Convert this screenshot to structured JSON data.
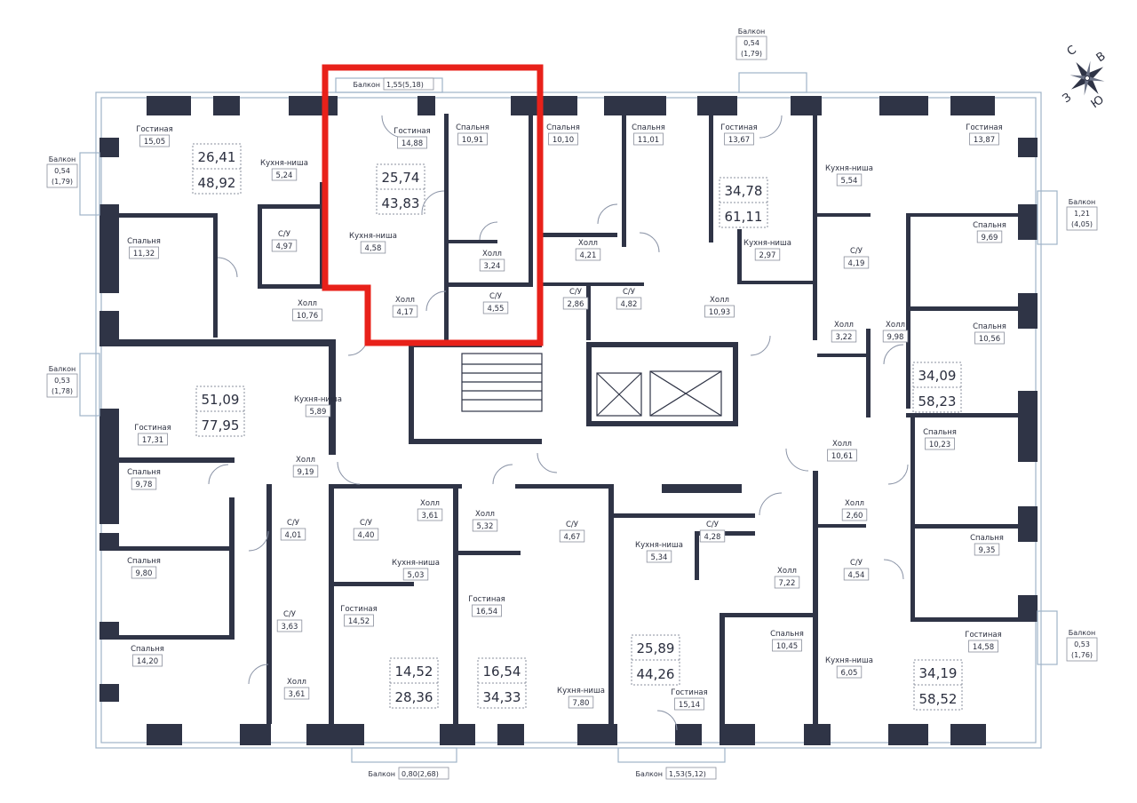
{
  "colors": {
    "wall": "#2f3446",
    "window": "#9fb3c8",
    "highlight": "#e8211a",
    "text": "#2b2f3f",
    "box": "#8a8f9c"
  },
  "compass": {
    "n": "С",
    "e": "В",
    "s": "Ю",
    "w": "З"
  },
  "apartments": [
    {
      "id": "a1",
      "living": "26,41",
      "total": "48,92"
    },
    {
      "id": "a2",
      "living": "25,74",
      "total": "43,83"
    },
    {
      "id": "a3",
      "living": "34,78",
      "total": "61,11"
    },
    {
      "id": "a4",
      "living": "34,09",
      "total": "58,23"
    },
    {
      "id": "a5",
      "living": "51,09",
      "total": "77,95"
    },
    {
      "id": "a6",
      "living": "14,52",
      "total": "28,36"
    },
    {
      "id": "a7",
      "living": "16,54",
      "total": "34,33"
    },
    {
      "id": "a8",
      "living": "25,89",
      "total": "44,26"
    },
    {
      "id": "a9",
      "living": "34,19",
      "total": "58,52"
    }
  ],
  "rooms": [
    {
      "name": "Гостиная",
      "area": "15,05"
    },
    {
      "name": "Кухня-ниша",
      "area": "5,24"
    },
    {
      "name": "С/У",
      "area": "4,97"
    },
    {
      "name": "Спальня",
      "area": "11,32"
    },
    {
      "name": "Холл",
      "area": "10,76"
    },
    {
      "name": "Гостиная",
      "area": "14,88"
    },
    {
      "name": "Спальня",
      "area": "10,91"
    },
    {
      "name": "Кухня-ниша",
      "area": "4,58"
    },
    {
      "name": "Холл",
      "area": "3,24"
    },
    {
      "name": "Холл",
      "area": "4,17"
    },
    {
      "name": "С/У",
      "area": "4,55"
    },
    {
      "name": "Спальня",
      "area": "10,10"
    },
    {
      "name": "Холл",
      "area": "4,21"
    },
    {
      "name": "С/У",
      "area": "2,86"
    },
    {
      "name": "Спальня",
      "area": "11,01"
    },
    {
      "name": "С/У",
      "area": "4,82"
    },
    {
      "name": "Гостиная",
      "area": "13,67"
    },
    {
      "name": "Кухня-ниша",
      "area": "2,97"
    },
    {
      "name": "Холл",
      "area": "10,93"
    },
    {
      "name": "Гостиная",
      "area": "13,87"
    },
    {
      "name": "Кухня-ниша",
      "area": "5,54"
    },
    {
      "name": "С/У",
      "area": "4,19"
    },
    {
      "name": "Спальня",
      "area": "9,69"
    },
    {
      "name": "Холл",
      "area": "3,22"
    },
    {
      "name": "Холл",
      "area": "9,98"
    },
    {
      "name": "Спальня",
      "area": "10,56"
    },
    {
      "name": "Кухня-ниша",
      "area": "5,89"
    },
    {
      "name": "Гостиная",
      "area": "17,31"
    },
    {
      "name": "Холл",
      "area": "9,19"
    },
    {
      "name": "Спальня",
      "area": "9,78"
    },
    {
      "name": "С/У",
      "area": "4,01"
    },
    {
      "name": "Спальня",
      "area": "9,80"
    },
    {
      "name": "С/У",
      "area": "3,63"
    },
    {
      "name": "Спальня",
      "area": "14,20"
    },
    {
      "name": "Холл",
      "area": "3,61"
    },
    {
      "name": "С/У",
      "area": "4,40"
    },
    {
      "name": "Холл",
      "area": "3,61"
    },
    {
      "name": "Кухня-ниша",
      "area": "5,03"
    },
    {
      "name": "Гостиная",
      "area": "14,52"
    },
    {
      "name": "Холл",
      "area": "5,32"
    },
    {
      "name": "С/У",
      "area": "4,67"
    },
    {
      "name": "Гостиная",
      "area": "16,54"
    },
    {
      "name": "Кухня-ниша",
      "area": "7,80"
    },
    {
      "name": "Кухня-ниша",
      "area": "5,34"
    },
    {
      "name": "С/У",
      "area": "4,28"
    },
    {
      "name": "Холл",
      "area": "7,22"
    },
    {
      "name": "Спальня",
      "area": "10,45"
    },
    {
      "name": "Гостиная",
      "area": "15,14"
    },
    {
      "name": "Холл",
      "area": "10,61"
    },
    {
      "name": "Спальня",
      "area": "10,23"
    },
    {
      "name": "Холл",
      "area": "2,60"
    },
    {
      "name": "С/У",
      "area": "4,54"
    },
    {
      "name": "Спальня",
      "area": "9,35"
    },
    {
      "name": "Гостиная",
      "area": "14,58"
    },
    {
      "name": "Кухня-ниша",
      "area": "6,05"
    }
  ],
  "balconies": [
    {
      "name": "Балкон",
      "area": "1,55(5,18)"
    },
    {
      "name": "Балкон",
      "area": "0,54",
      "area2": "(1,79)"
    },
    {
      "name": "Балкон",
      "area": "0,54",
      "area2": "(1,79)"
    },
    {
      "name": "Балкон",
      "area": "1,21",
      "area2": "(4,05)"
    },
    {
      "name": "Балкон",
      "area": "0,53",
      "area2": "(1,78)"
    },
    {
      "name": "Балкон",
      "area": "0,53",
      "area2": "(1,76)"
    },
    {
      "name": "Балкон",
      "area": "0,80(2,68)"
    },
    {
      "name": "Балкон",
      "area": "1,53(5,12)"
    }
  ]
}
